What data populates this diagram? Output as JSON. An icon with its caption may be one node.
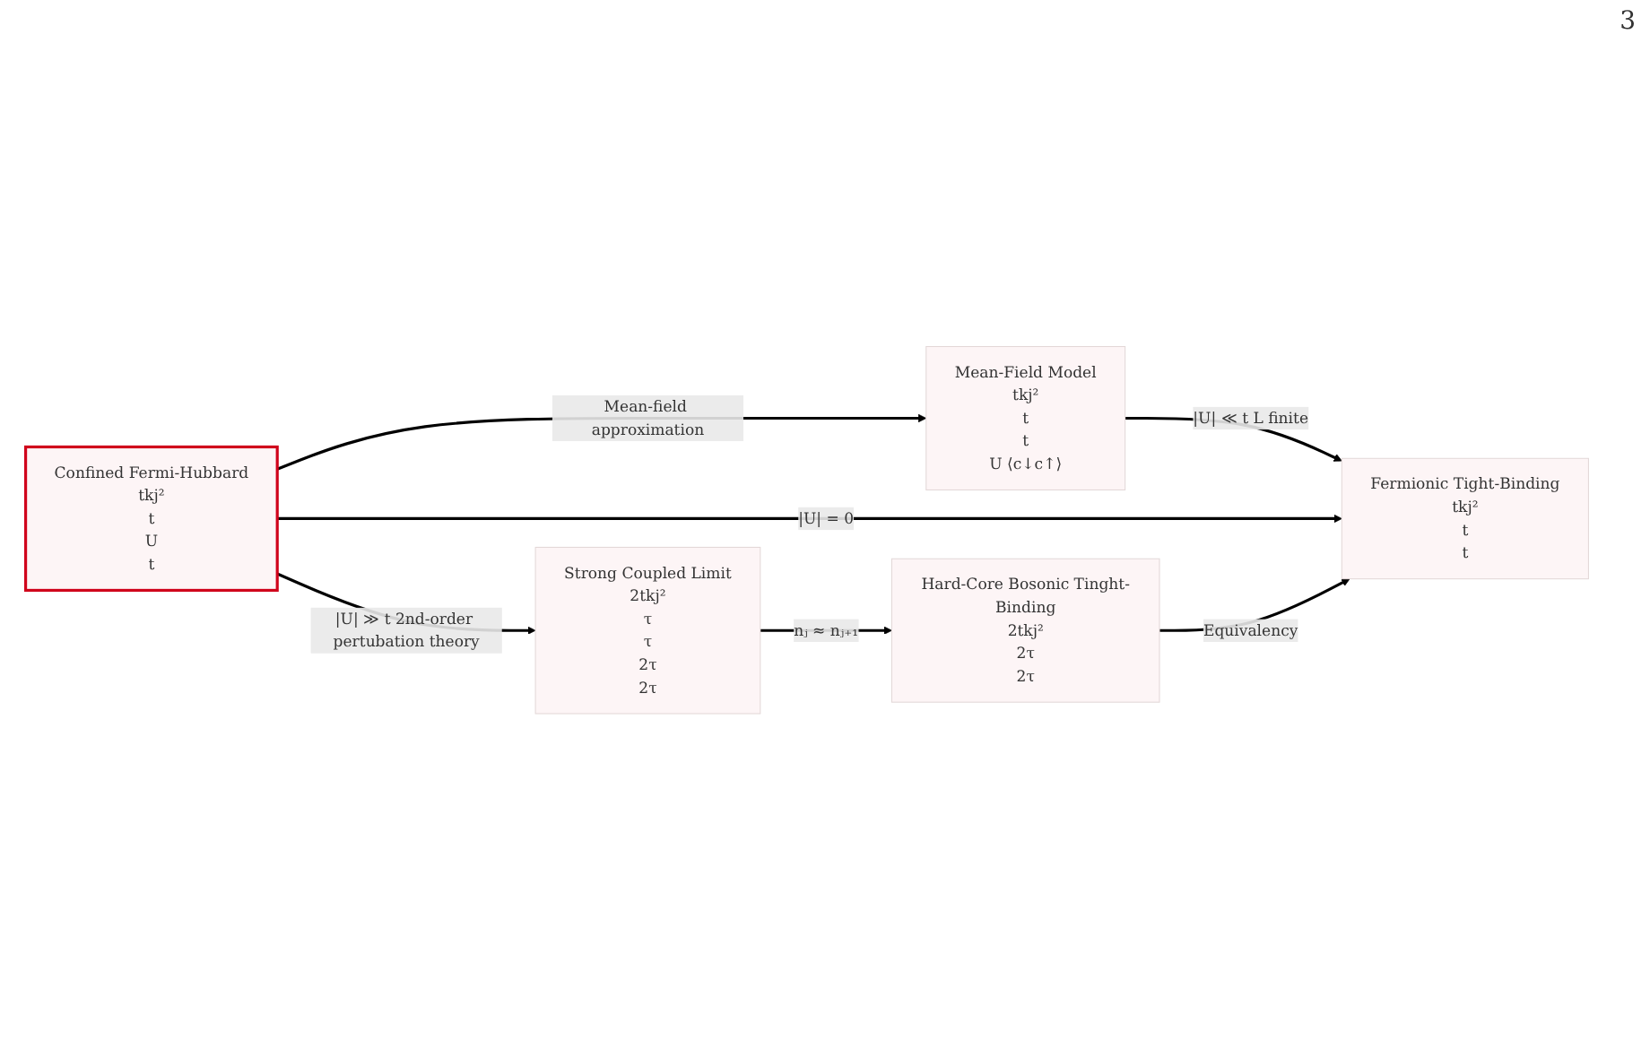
{
  "diagram": {
    "nodes": [
      {
        "text": [
          "Mean-Field Model",
          "tkj²",
          "t",
          "t",
          "U ⟨c↓c↑⟩"
        ]
      },
      {
        "text": [
          "Confined Fermi-Hubbard",
          "tkj²",
          "t",
          "U",
          "t"
        ]
      },
      {
        "text": [
          "Fermionic Tight-Binding",
          "tkj²",
          "t",
          "t"
        ]
      },
      {
        "text": [
          "Strong Coupled Limit",
          "2tkj²",
          "τ",
          "τ",
          "2τ",
          "2τ"
        ]
      },
      {
        "text": [
          "Hard-Core Bosonic Tinght-Binding",
          "2tkj²",
          "2τ",
          "2τ"
        ]
      }
    ],
    "edges": [
      {
        "from": 1,
        "to": 0,
        "arrow": "to",
        "label": "Mean-field approximation"
      },
      {
        "from": 0,
        "to": 2,
        "arrow": "to",
        "label": "|U| ≪ t L finite"
      },
      {
        "from": 1,
        "to": 2,
        "arrow": "to",
        "label": "|U| = 0"
      },
      {
        "from": 1,
        "to": 3,
        "arrow": "to",
        "label": "|U| ≫ t 2nd-order pertubation theory"
      },
      {
        "from": 3,
        "to": 4,
        "arrow": "to",
        "label": "nⱼ ≈ nⱼ₊₁"
      },
      {
        "from": 4,
        "to": 2,
        "arrow": "to",
        "label": "Equivalency"
      }
    ],
    "labels": [
      "3"
    ]
  }
}
